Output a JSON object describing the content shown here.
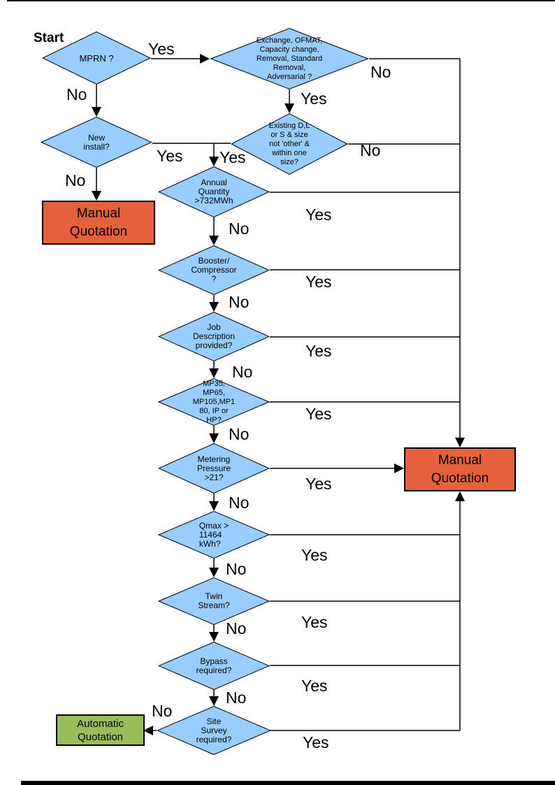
{
  "start_label": "Start",
  "nodes": {
    "mprn": "MPRN ?",
    "exchange": "Exchange, OFMAT,\nCapacity change,\nRemoval, Standard\nRemoval,\nAdversarial ?",
    "new_install": "New\ninstall?",
    "existing": "Existing D,L\nor S & size\nnot 'other' &\nwithin one\nsize?",
    "annual": "Annual\nQuantity\n>732MWh",
    "booster": "Booster/\nCompressor\n?",
    "job": "Job\nDescription\nprovided?",
    "mp": "MP35,\nMP65,\nMP105,MP1\n80, IP or\nHP?",
    "metering": "Metering\nPressure\n>21?",
    "qmax": "Qmax >\n11464\nkWh?",
    "twin": "Twin\nStream?",
    "bypass": "Bypass\nrequired?",
    "survey": "Site\nSurvey\nrequired?",
    "manual_left": "Manual\nQuotation",
    "manual_right": "Manual\nQuotation",
    "automatic": "Automatic\nQuotation"
  },
  "edges": {
    "mprn_yes": "Yes",
    "mprn_no": "No",
    "exchange_yes": "Yes",
    "exchange_no": "No",
    "existing_yes": "Yes",
    "existing_no": "No",
    "new_install_yes": "Yes",
    "new_install_no": "No",
    "annual_yes": "Yes",
    "annual_no": "No",
    "booster_yes": "Yes",
    "booster_no": "No",
    "job_yes": "Yes",
    "job_no": "No",
    "mp_yes": "Yes",
    "mp_no": "No",
    "metering_yes": "Yes",
    "metering_no": "No",
    "qmax_yes": "Yes",
    "qmax_no": "No",
    "twin_yes": "Yes",
    "twin_no": "No",
    "bypass_yes": "Yes",
    "bypass_no": "No",
    "survey_yes": "Yes",
    "survey_no": "No"
  },
  "colors": {
    "decision_fill": "#99CCFF",
    "manual_fill": "#E5613B",
    "automatic_fill": "#9BBD59",
    "line": "#000000"
  }
}
